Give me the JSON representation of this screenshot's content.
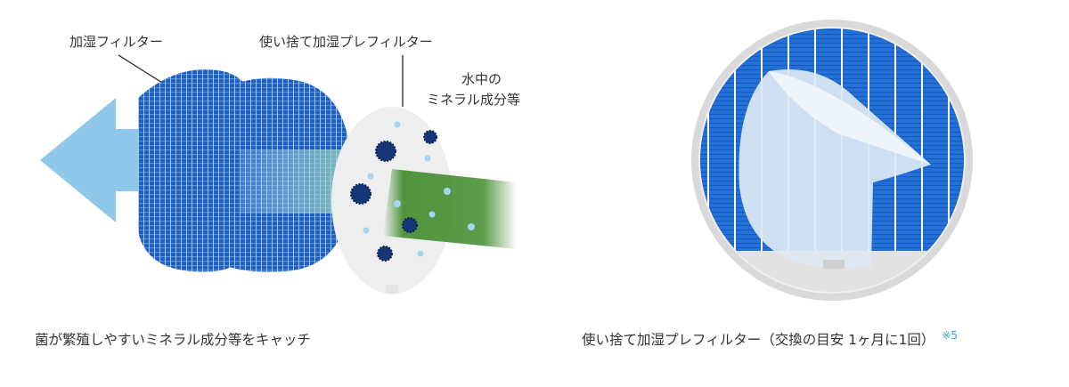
{
  "left_figure": {
    "labels": {
      "humidify_filter": "加湿フィルター",
      "prefilter": "使い捨て加湿プレフィルター",
      "minerals_line1": "水中の",
      "minerals_line2": "ミネラル成分等"
    },
    "caption": "菌が繁殖しやすいミネラル成分等をキャッチ",
    "colors": {
      "arrow": "#8fc8ea",
      "filter_blue": "#1e5fc0",
      "water_flow": "#3f8a2a",
      "particle_dark": "#16367a",
      "particle_light": "#9fd8f5",
      "prefilter_sheet": "#eeeeee"
    }
  },
  "right_figure": {
    "caption": "使い捨て加湿プレフィルター（交換の目安 1ヶ月に1回）",
    "note": "※5",
    "colors": {
      "filter_blue": "#2470d8",
      "frame": "#d9d9d9",
      "sheet": "#dde8f4",
      "note": "#2aa3e0"
    }
  }
}
